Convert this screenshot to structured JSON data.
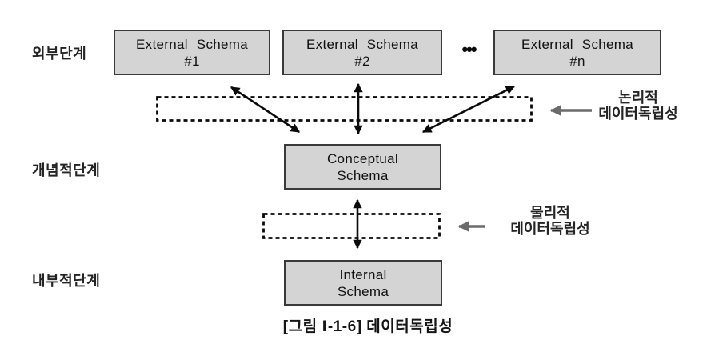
{
  "diagram": {
    "caption": "[그림 Ⅰ-1-6] 데이터독립성",
    "levels": {
      "external": "외부단계",
      "conceptual": "개념적단계",
      "internal": "내부적단계"
    },
    "boxes": {
      "external1": {
        "line1": "External Schema",
        "line2": "#1"
      },
      "external2": {
        "line1": "External Schema",
        "line2": "#2"
      },
      "externaln": {
        "line1": "External Schema",
        "line2": "#n"
      },
      "conceptual": {
        "line1": "Conceptual",
        "line2": "Schema"
      },
      "internal": {
        "line1": "Internal",
        "line2": "Schema"
      }
    },
    "ellipsis": "•••",
    "annotations": {
      "logical": {
        "line1": "논리적",
        "line2": "데이터독립성"
      },
      "physical": {
        "line1": "물리적",
        "line2": "데이터독립성"
      }
    },
    "colors": {
      "background": "#ffffff",
      "box_fill": "#d4d4d4",
      "box_border": "#3a3a3a",
      "arrow_black": "#0a0a0a",
      "arrow_gray": "#6b6b6b",
      "dashed_border": "#0a0a0a"
    }
  }
}
